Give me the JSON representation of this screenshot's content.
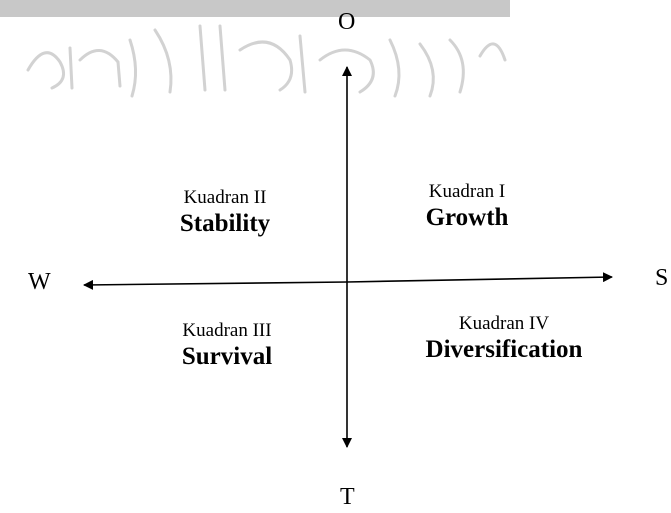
{
  "axes": {
    "top": "O",
    "bottom": "T",
    "left": "W",
    "right": "S"
  },
  "quadrants": {
    "q1": {
      "label": "Kuadran I",
      "strategy": "Growth"
    },
    "q2": {
      "label": "Kuadran II",
      "strategy": "Stability"
    },
    "q3": {
      "label": "Kuadran III",
      "strategy": "Survival"
    },
    "q4": {
      "label": "Kuadran IV",
      "strategy": "Diversification"
    }
  },
  "colors": {
    "ink": "#000000",
    "watermark_bar": "#c8c8c8",
    "watermark_script": "#d2d2d2"
  }
}
